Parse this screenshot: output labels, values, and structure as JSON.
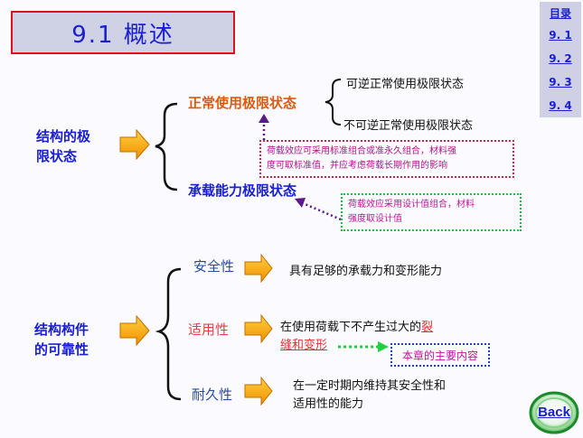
{
  "title": "9.1  概述",
  "nav": {
    "heading": "目录",
    "links": [
      "9. 1",
      "9. 2",
      "9. 3",
      "9. 4"
    ]
  },
  "section1": {
    "label_line1": "结构的极",
    "label_line2": "限状态",
    "branch_top": "正常使用极限状态",
    "branch_bottom": "承载能力极限状态",
    "sub_top": "可逆正常使用极限状态",
    "sub_bottom": "不可逆正常使用极限状态",
    "note_red_line1": "荷载效应可采用标准组合或准永久组合，材料强",
    "note_red_line2": "度可取标准值，并应考虑荷载长期作用的影响",
    "note_green_line1": "荷载效应采用设计值组合，材料",
    "note_green_line2": "强度取设计值"
  },
  "section2": {
    "label_line1": "结构构件",
    "label_line2": "的可靠性",
    "items": [
      {
        "name": "安全性",
        "desc": "具有足够的承载力和变形能力"
      },
      {
        "name": "适用性",
        "desc_part1": "在使用荷载下不产生过大的",
        "desc_red1": "裂",
        "desc_red2": "缝和变形"
      },
      {
        "name": "耐久性",
        "desc_line1": "在一定时期内维持其安全性和",
        "desc_line2": "适用性的能力"
      }
    ],
    "chapter_note": "本章的主要内容"
  },
  "back_label": "Back",
  "colors": {
    "blue": "#1a20d0",
    "orange": "#e0580a",
    "magenta": "#c0149a",
    "arrow_fill": "#f0a000"
  }
}
